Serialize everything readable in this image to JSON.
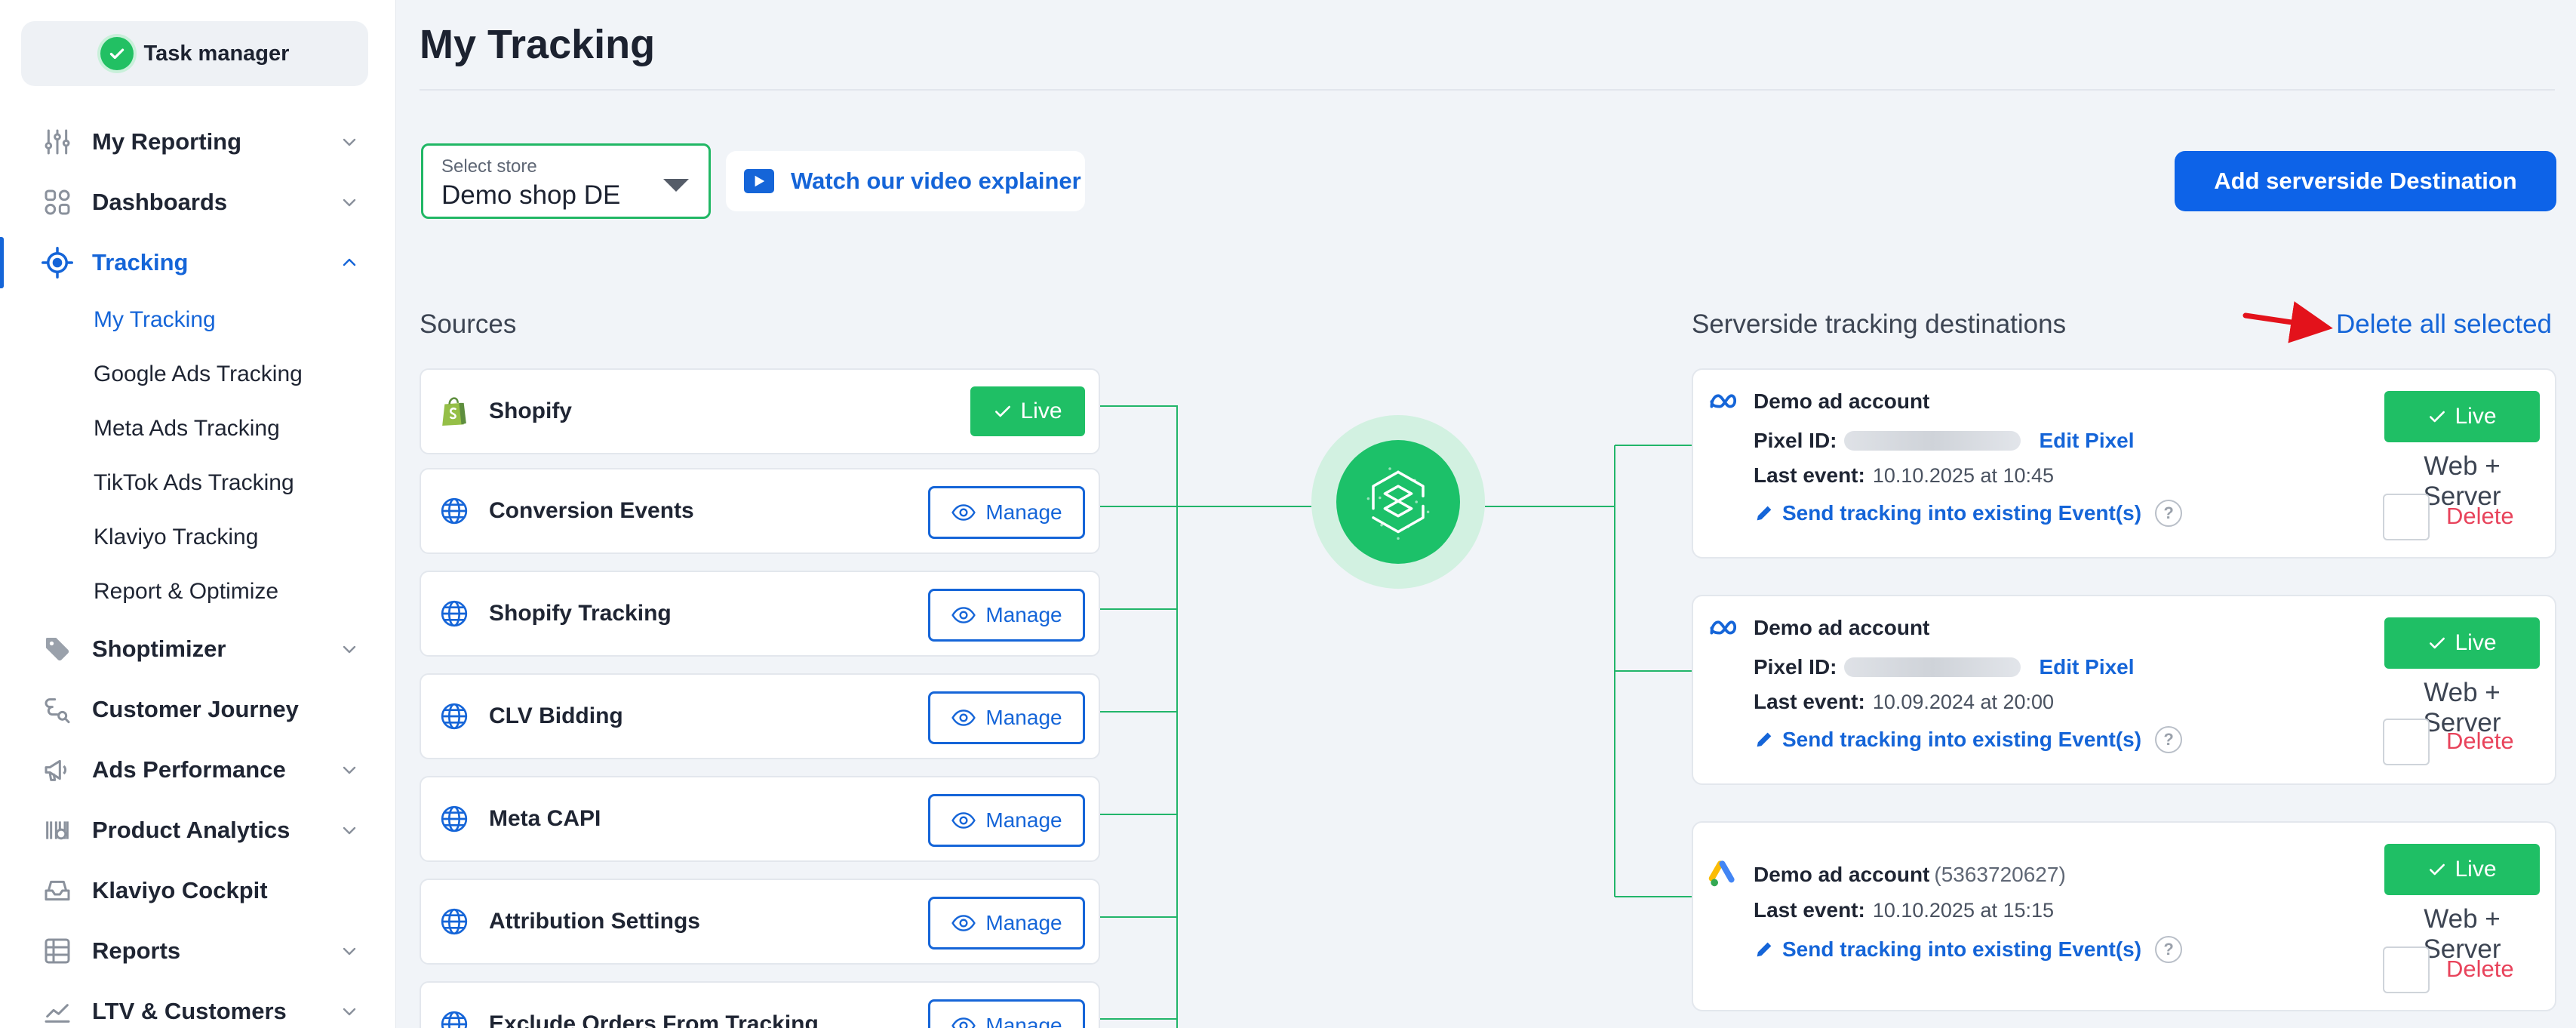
{
  "sidebar": {
    "brand": "Task manager",
    "items": [
      {
        "label": "My Reporting",
        "icon": "sliders-icon",
        "chevron": "down"
      },
      {
        "label": "Dashboards",
        "icon": "dashboard-grid-icon",
        "chevron": "down"
      },
      {
        "label": "Tracking",
        "icon": "crosshair-icon",
        "chevron": "up",
        "active": true,
        "children": [
          "My Tracking",
          "Google Ads Tracking",
          "Meta Ads Tracking",
          "TikTok Ads Tracking",
          "Klaviyo Tracking",
          "Report & Optimize"
        ]
      },
      {
        "label": "Shoptimizer",
        "icon": "tag-icon",
        "chevron": "down"
      },
      {
        "label": "Customer Journey",
        "icon": "journey-icon"
      },
      {
        "label": "Ads Performance",
        "icon": "megaphone-icon",
        "chevron": "down"
      },
      {
        "label": "Product Analytics",
        "icon": "barcode-icon",
        "chevron": "down"
      },
      {
        "label": "Klaviyo Cockpit",
        "icon": "inbox-icon"
      },
      {
        "label": "Reports",
        "icon": "table-icon",
        "chevron": "down"
      },
      {
        "label": "LTV & Customers",
        "icon": "trend-icon",
        "chevron": "down"
      }
    ]
  },
  "page": {
    "title": "My Tracking",
    "store_select": {
      "label": "Select store",
      "value": "Demo shop DE"
    },
    "video_link": "Watch our video explainer",
    "add_destination": "Add serverside Destination"
  },
  "sources": {
    "title": "Sources",
    "items": [
      {
        "name": "Shopify",
        "icon": "shopify-bag-icon",
        "action": "Live"
      },
      {
        "name": "Conversion Events",
        "icon": "globe-icon",
        "action": "Manage"
      },
      {
        "name": "Shopify Tracking",
        "icon": "globe-icon",
        "action": "Manage"
      },
      {
        "name": "CLV Bidding",
        "icon": "globe-icon",
        "action": "Manage"
      },
      {
        "name": "Meta CAPI",
        "icon": "globe-icon",
        "action": "Manage"
      },
      {
        "name": "Attribution Settings",
        "icon": "globe-icon",
        "action": "Manage"
      },
      {
        "name": "Exclude Orders From Tracking",
        "icon": "globe-icon",
        "action": "Manage"
      }
    ]
  },
  "destinations": {
    "title": "Serverside tracking destinations",
    "delete_all": "Delete all selected",
    "pixel_label": "Pixel ID:",
    "last_event_label": "Last event:",
    "edit_pixel": "Edit Pixel",
    "send_tracking": "Send tracking into existing Event(s)",
    "live_label": "Live",
    "mode": "Web + Server",
    "delete_label": "Delete",
    "help": "?",
    "items": [
      {
        "account": "Demo ad account",
        "account_id": "",
        "platform_icon": "meta-icon",
        "has_pixel": true,
        "last_event": "10.10.2025 at 10:45"
      },
      {
        "account": "Demo ad account",
        "account_id": "",
        "platform_icon": "meta-icon",
        "has_pixel": true,
        "last_event": "10.09.2024 at 20:00"
      },
      {
        "account": "Demo ad account",
        "account_id": "(5363720627)",
        "platform_icon": "google-ads-icon",
        "has_pixel": false,
        "last_event": "10.10.2025 at 15:15"
      }
    ]
  },
  "colors": {
    "accent": "#1565d8",
    "live": "#1fbf65",
    "delete": "#e8435b",
    "annotation_arrow": "#e3121b",
    "connector": "#22b56a"
  }
}
